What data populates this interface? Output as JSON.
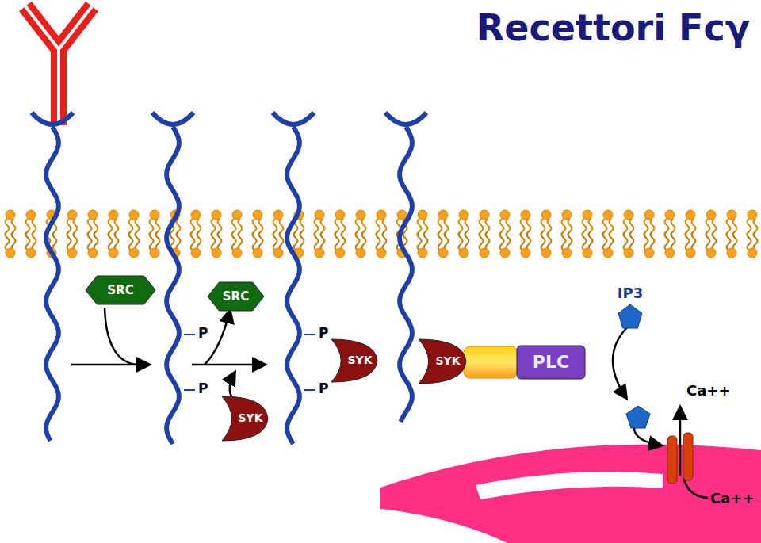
{
  "diagram": {
    "title": "Recettori Fcγ",
    "nodes": [
      {
        "text": [
          "SRC"
        ]
      },
      {
        "text": [
          "SRC"
        ]
      },
      {
        "text": [
          "SYK"
        ]
      },
      {
        "text": [
          "SYK"
        ]
      },
      {
        "text": [
          "SYK"
        ]
      },
      {
        "text": [
          "PLC"
        ]
      },
      {
        "text": [
          "IP3"
        ]
      }
    ],
    "labels": [
      "P",
      "P",
      "P",
      "P",
      "Ca++",
      "Ca++"
    ]
  }
}
